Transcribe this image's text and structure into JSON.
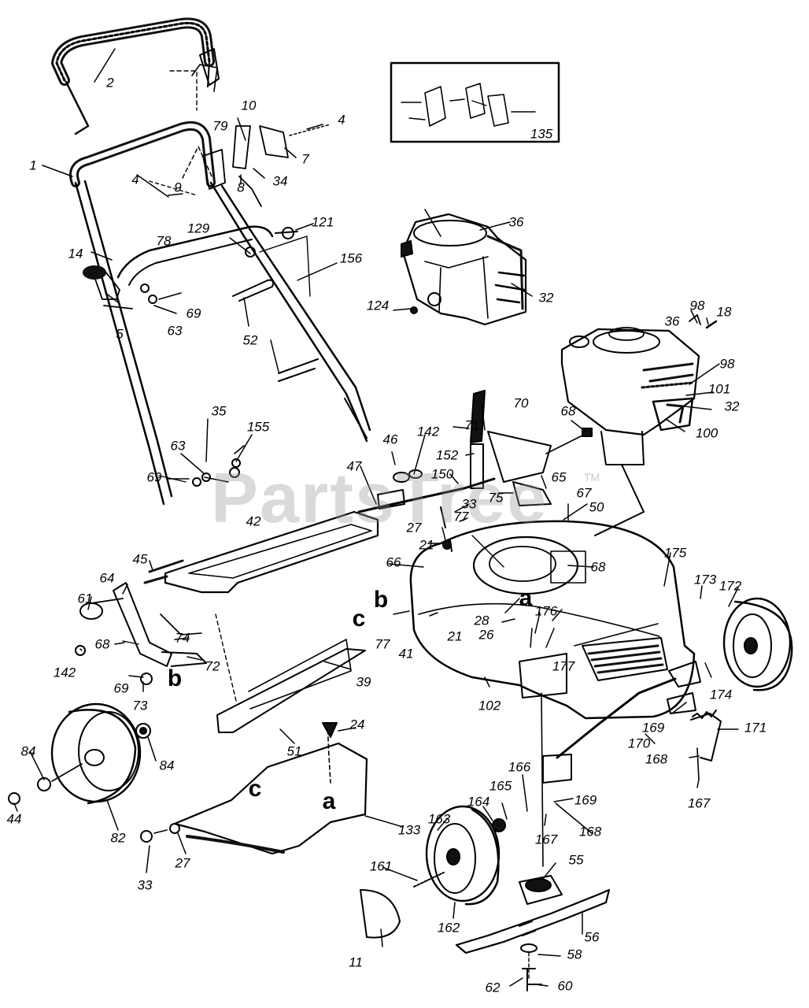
{
  "watermark": {
    "text": "PartsTree",
    "tm": "TM"
  },
  "inset": {
    "number": "135"
  },
  "labels": {
    "l1": "1",
    "l2": "2",
    "l4a": "4",
    "l4b": "4",
    "l5": "5",
    "l7": "7",
    "l8": "8",
    "l9": "9",
    "l10": "10",
    "l11": "11",
    "l14": "14",
    "l18": "18",
    "l21a": "21",
    "l21b": "21",
    "l24": "24",
    "l26": "26",
    "l27a": "27",
    "l27b": "27",
    "l28": "28",
    "l32a": "32",
    "l32b": "32",
    "l33a": "33",
    "l33b": "33",
    "l34": "34",
    "l35": "35",
    "l36a": "36",
    "l36b": "36",
    "l39": "39",
    "l41": "41",
    "l42": "42",
    "l44": "44",
    "l45": "45",
    "l46": "46",
    "l47": "47",
    "l50": "50",
    "l51": "51",
    "l52": "52",
    "l55": "55",
    "l56": "56",
    "l58": "58",
    "l60": "60",
    "l61": "61",
    "l62": "62",
    "l63a": "63",
    "l63b": "63",
    "l64": "64",
    "l65": "65",
    "l66": "66",
    "l67": "67",
    "l68a": "68",
    "l68b": "68",
    "l68c": "68",
    "l69a": "69",
    "l69b": "69",
    "l69c": "69",
    "l70": "70",
    "l71": "71",
    "l72": "72",
    "l73": "73",
    "l74": "74",
    "l75": "75",
    "l77a": "77",
    "l77b": "77",
    "l78": "78",
    "l79": "79",
    "l82": "82",
    "l84a": "84",
    "l84b": "84",
    "l98a": "98",
    "l98b": "98",
    "l100": "100",
    "l101": "101",
    "l102": "102",
    "l121": "121",
    "l124": "124",
    "l129": "129",
    "l133": "133",
    "l142a": "142",
    "l142b": "142",
    "l150": "150",
    "l152": "152",
    "l155": "155",
    "l156": "156",
    "l161": "161",
    "l162": "162",
    "l163": "163",
    "l164": "164",
    "l165": "165",
    "l166": "166",
    "l167a": "167",
    "l167b": "167",
    "l168a": "168",
    "l168b": "168",
    "l169a": "169",
    "l169b": "169",
    "l170": "170",
    "l171": "171",
    "l172": "172",
    "l173": "173",
    "l174": "174",
    "l175": "175",
    "l176": "176",
    "l177": "177"
  },
  "letters": {
    "a1": "a",
    "a2": "a",
    "b1": "b",
    "b2": "b",
    "c1": "c",
    "c2": "c"
  }
}
